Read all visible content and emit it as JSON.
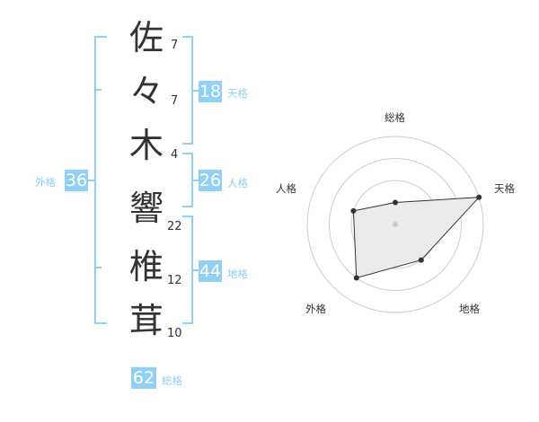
{
  "name": {
    "chars": [
      {
        "char": "佐",
        "strokes": "7"
      },
      {
        "char": "々",
        "strokes": "7"
      },
      {
        "char": "木",
        "strokes": "4"
      },
      {
        "char": "響",
        "strokes": "22"
      },
      {
        "char": "椎",
        "strokes": "12"
      },
      {
        "char": "茸",
        "strokes": "10"
      }
    ]
  },
  "fortune": {
    "tenkaku": {
      "value": "18",
      "label": "天格"
    },
    "jinkaku": {
      "value": "26",
      "label": "人格"
    },
    "chikaku": {
      "value": "44",
      "label": "地格"
    },
    "gaikaku": {
      "value": "36",
      "label": "外格"
    },
    "soukaku": {
      "value": "62",
      "label": "総格"
    }
  },
  "radar": {
    "labels": {
      "top": "総格",
      "right_upper": "天格",
      "right_lower": "地格",
      "left_lower": "外格",
      "left_upper": "人格"
    },
    "levels": 4,
    "values": {
      "soukaku": 1,
      "tenkaku": 4,
      "chikaku": 2,
      "gaikaku": 3,
      "jinkaku": 2
    },
    "colors": {
      "ring": "#cccccc",
      "fill": "#ebebeb",
      "point": "#333333",
      "center": "#cccccc"
    }
  },
  "colors": {
    "accent": "#8fd0f4",
    "text": "#333333"
  }
}
